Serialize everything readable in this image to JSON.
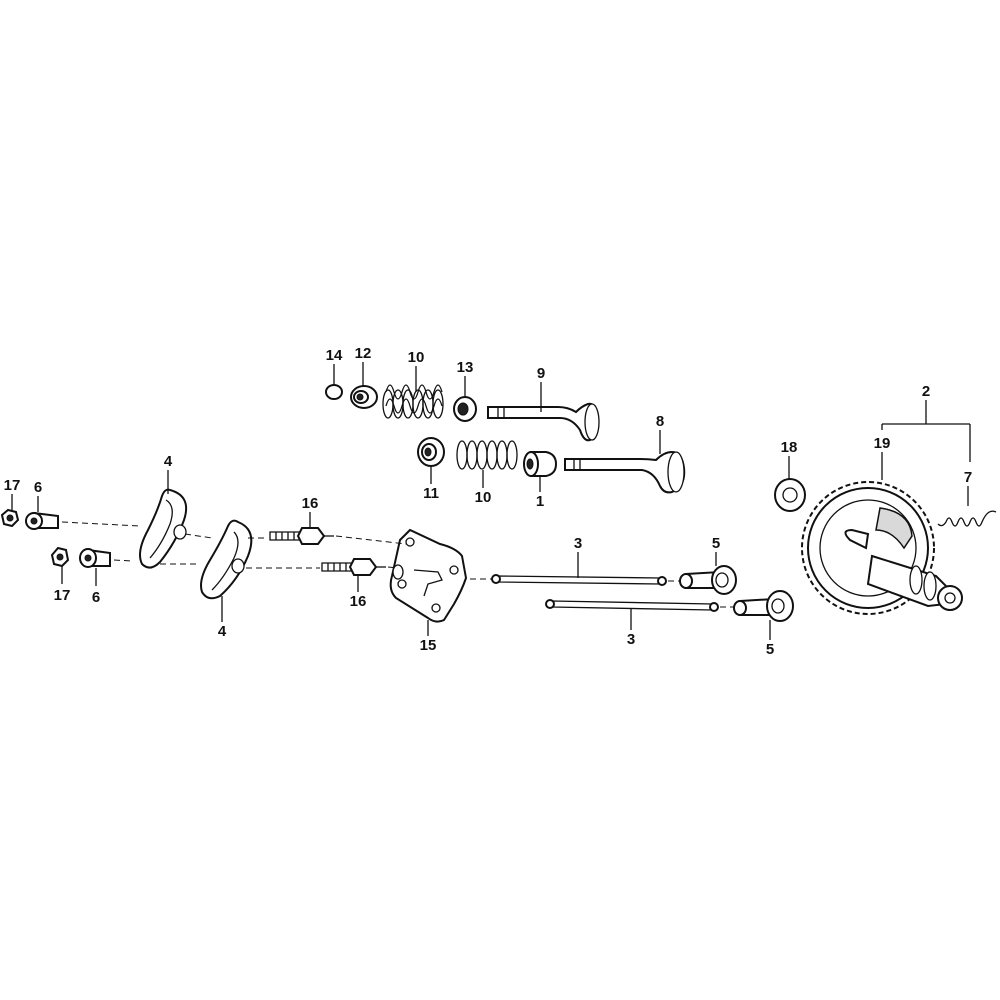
{
  "labels": {
    "l1": "1",
    "l2": "2",
    "l3a": "3",
    "l3b": "3",
    "l4a": "4",
    "l4b": "4",
    "l5a": "5",
    "l5b": "5",
    "l6a": "6",
    "l6b": "6",
    "l7": "7",
    "l8": "8",
    "l9": "9",
    "l10a": "10",
    "l10b": "10",
    "l11": "11",
    "l12": "12",
    "l13": "13",
    "l14": "14",
    "l15": "15",
    "l16a": "16",
    "l16b": "16",
    "l17a": "17",
    "l17b": "17",
    "l18": "18",
    "l19": "19"
  }
}
